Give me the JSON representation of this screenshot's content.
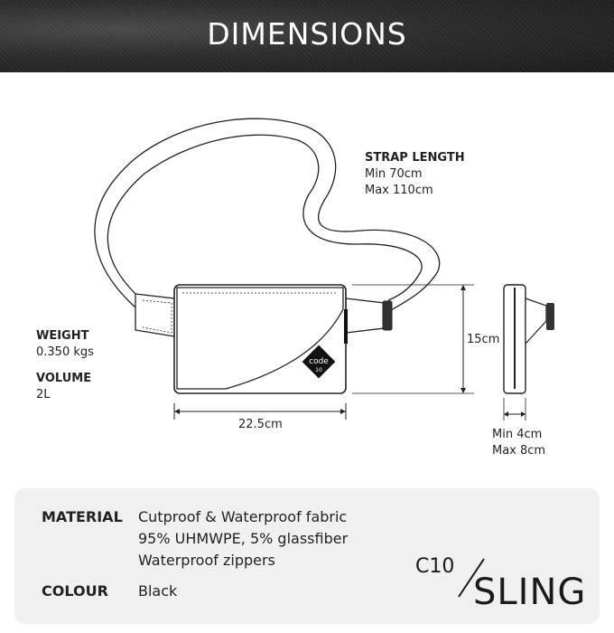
{
  "header": {
    "title": "DIMENSIONS"
  },
  "strap": {
    "heading": "STRAP LENGTH",
    "min": "Min 70cm",
    "max": "Max 110cm"
  },
  "weight": {
    "heading": "WEIGHT",
    "value": "0.350 kgs"
  },
  "volume": {
    "heading": "VOLUME",
    "value": "2L"
  },
  "dims": {
    "width": "22.5cm",
    "height": "15cm",
    "depth_min": "Min 4cm",
    "depth_max": "Max 8cm"
  },
  "logo": {
    "text": "code",
    "sub": "10"
  },
  "specs": {
    "material_label": "MATERIAL",
    "material_lines": [
      "Cutproof & Waterproof fabric",
      "95% UHMWPE, 5% glassfiber",
      "Waterproof zippers"
    ],
    "colour_label": "COLOUR",
    "colour_value": "Black"
  },
  "brand": {
    "model": "C10",
    "name": "SLING"
  }
}
